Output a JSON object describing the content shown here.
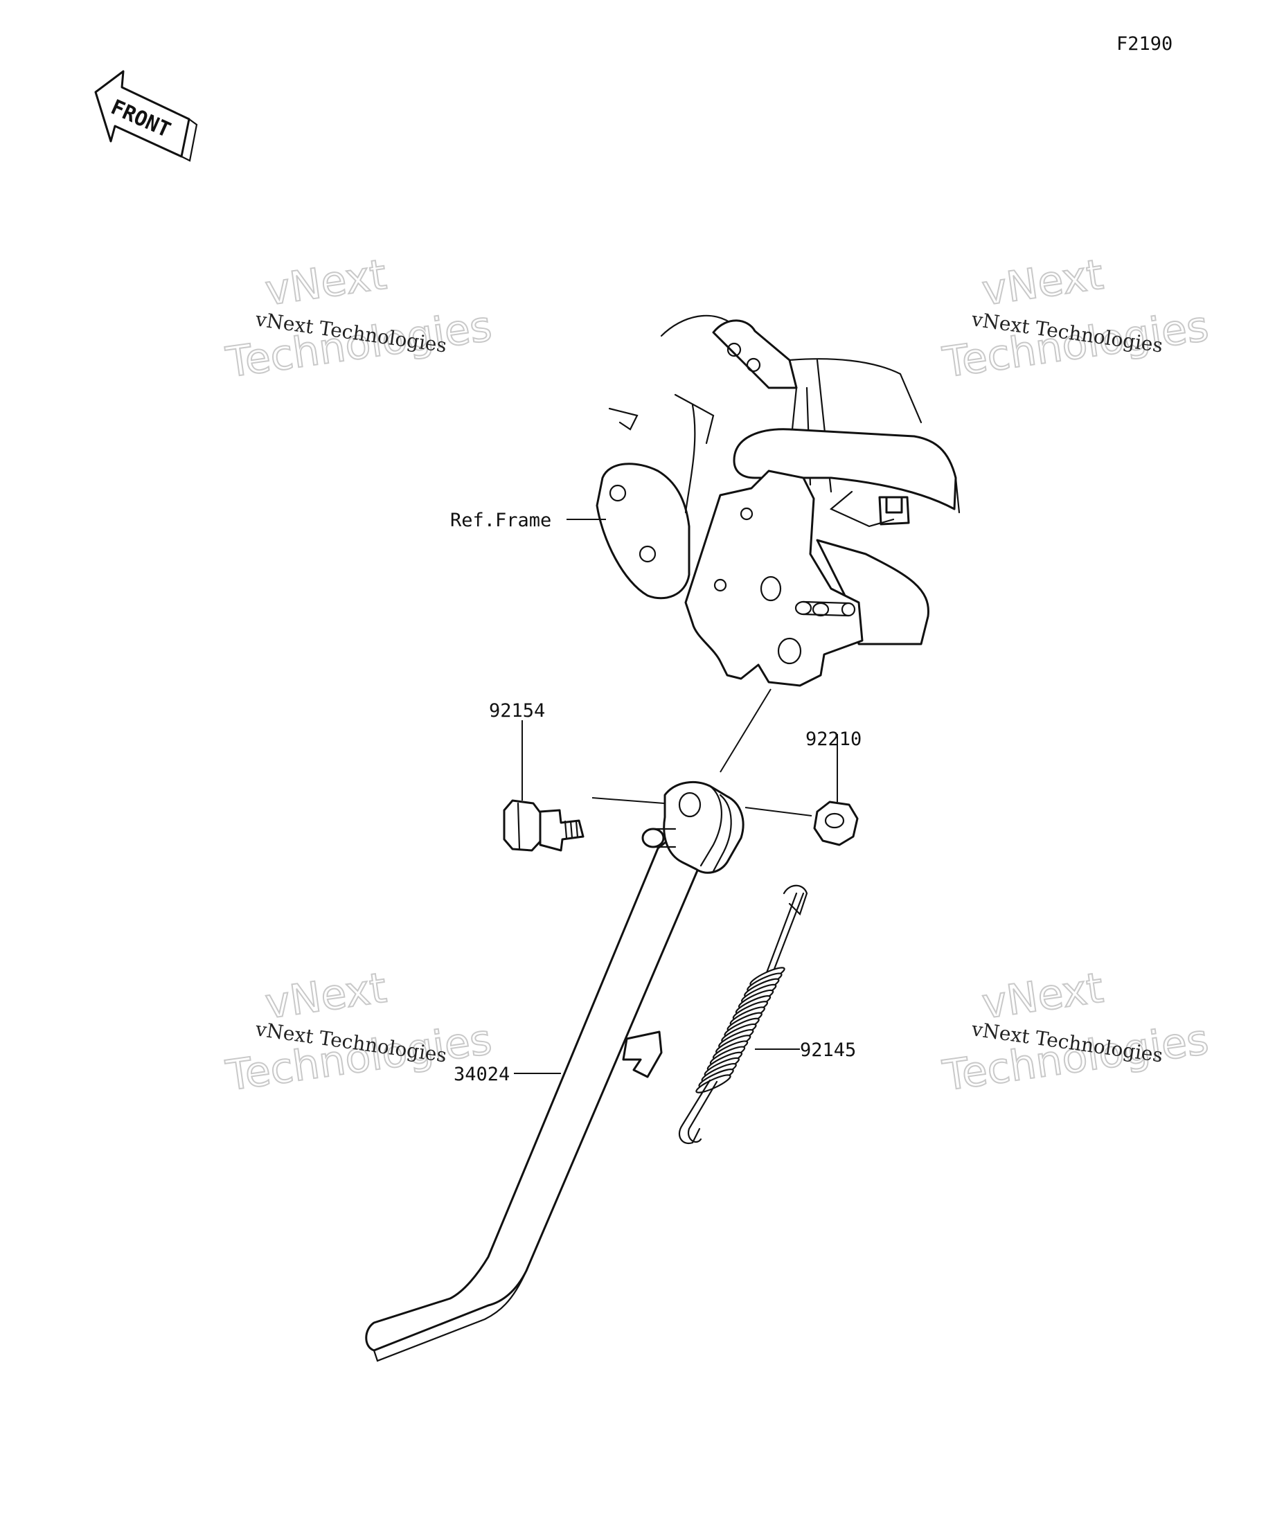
{
  "figure_code": "F2190",
  "front_arrow_text": "FRONT",
  "callouts": {
    "ref_frame": "Ref.Frame",
    "bolt": "92154",
    "nut": "92210",
    "spring": "92145",
    "side_stand": "34024"
  },
  "watermark": {
    "brand_top": "vNext",
    "brand_bottom": "Technologies",
    "caption": "vNext Technologies"
  }
}
